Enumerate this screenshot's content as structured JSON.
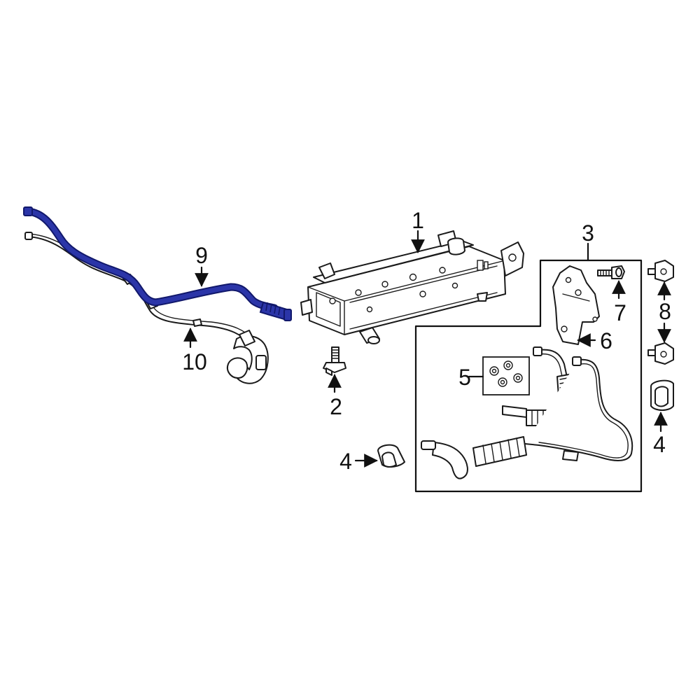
{
  "callouts": {
    "c1": "1",
    "c2": "2",
    "c3": "3",
    "c4a": "4",
    "c4b": "4",
    "c5": "5",
    "c6": "6",
    "c7": "7",
    "c8": "8",
    "c9": "9",
    "c10": "10"
  },
  "colors": {
    "highlight": "#2b35a8",
    "highlight_dark": "#11186b",
    "outline": "#1a1a1a",
    "background": "#ffffff"
  }
}
